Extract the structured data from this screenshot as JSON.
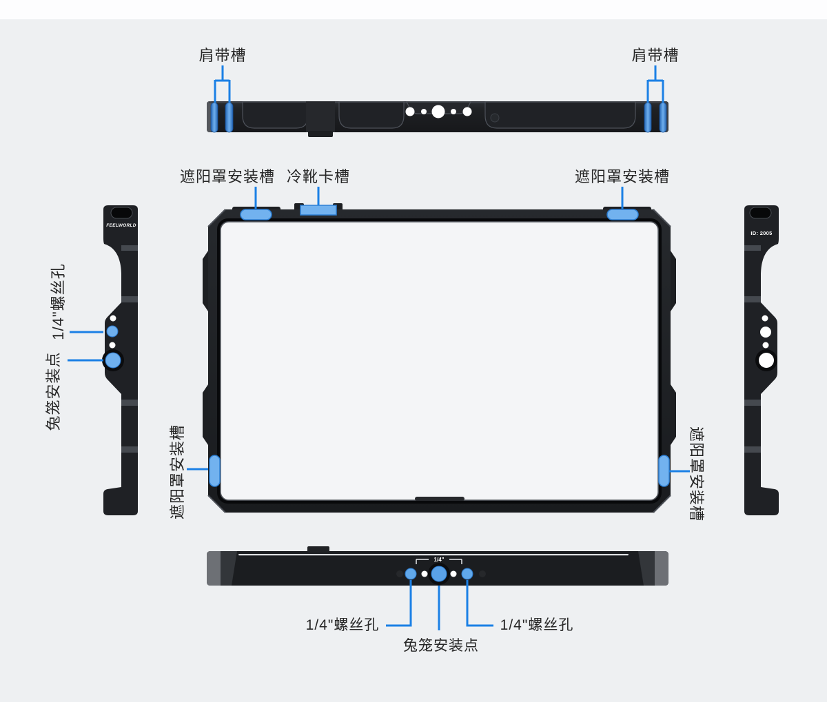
{
  "page": {
    "background": "#eef0f2",
    "top_band": "#fdfdfe"
  },
  "colors": {
    "leader_blue": "#1b80e5",
    "highlight_fill": "#72b2ef",
    "highlight_stroke": "#2d7fd4",
    "slot_blue": "#3f8ad8",
    "body_dark": "#1d1f22",
    "label_text": "#262626"
  },
  "callouts": {
    "strap_slot_top_left": "肩带槽",
    "strap_slot_top_right": "肩带槽",
    "hood_slot_top_left": "遮阳罩安装槽",
    "cold_shoe_slot": "冷靴卡槽",
    "hood_slot_top_right": "遮阳罩安装槽",
    "quarter_screw_side": "1/4\"螺丝孔",
    "cage_mount_side": "兔笼安装点",
    "hood_slot_bottom_left": "遮阳罩安装槽",
    "hood_slot_bottom_right": "遮阳罩安装槽",
    "quarter_screw_bottom_left": "1/4\"螺丝孔",
    "cage_mount_bottom": "兔笼安装点",
    "quarter_screw_bottom_right": "1/4\"螺丝孔"
  },
  "engravings": {
    "brand": "FEELWORLD",
    "id": "ID: 2005",
    "thread_size": "1/4\""
  }
}
